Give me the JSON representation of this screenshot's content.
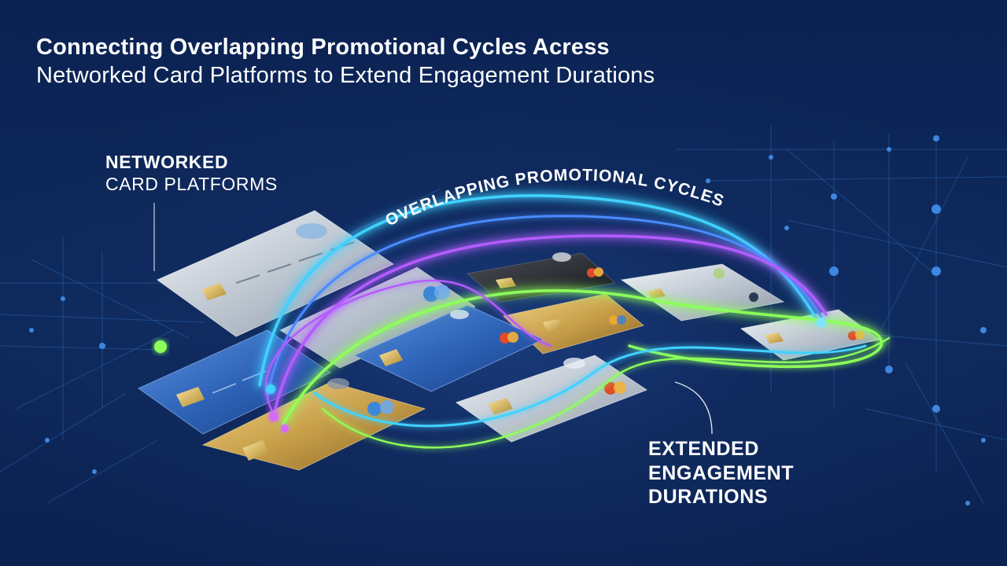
{
  "title": {
    "line1": "Connecting Overlapping Promotional Cycles Acress",
    "line2": "Networked Card Platforms to Extend Engagement Durations"
  },
  "labels": {
    "networked_line1": "NETWORKED",
    "networked_line2": "CARD PLATFORMS",
    "cycles_arc": "OVERLAPPING PROMOTIONAL CYCLES",
    "extended_line1": "EXTENDED",
    "extended_line2": "ENGAGEMENT",
    "extended_line3": "DURATIONS"
  },
  "colors": {
    "background": "#0c2350",
    "cyan_stream": "#3fd2ff",
    "blue_stream": "#4a8bff",
    "purple_stream": "#b45cff",
    "green_stream": "#8dff5a",
    "silver_card": "#cfd6de",
    "blue_card": "#2f64b8",
    "gold_card": "#c9a04a",
    "black_card": "#2a2d33"
  },
  "icons": {
    "card_chip": "chip-icon",
    "card_brand": "mastercard-logo-icon",
    "network_node": "node-dot-icon"
  }
}
